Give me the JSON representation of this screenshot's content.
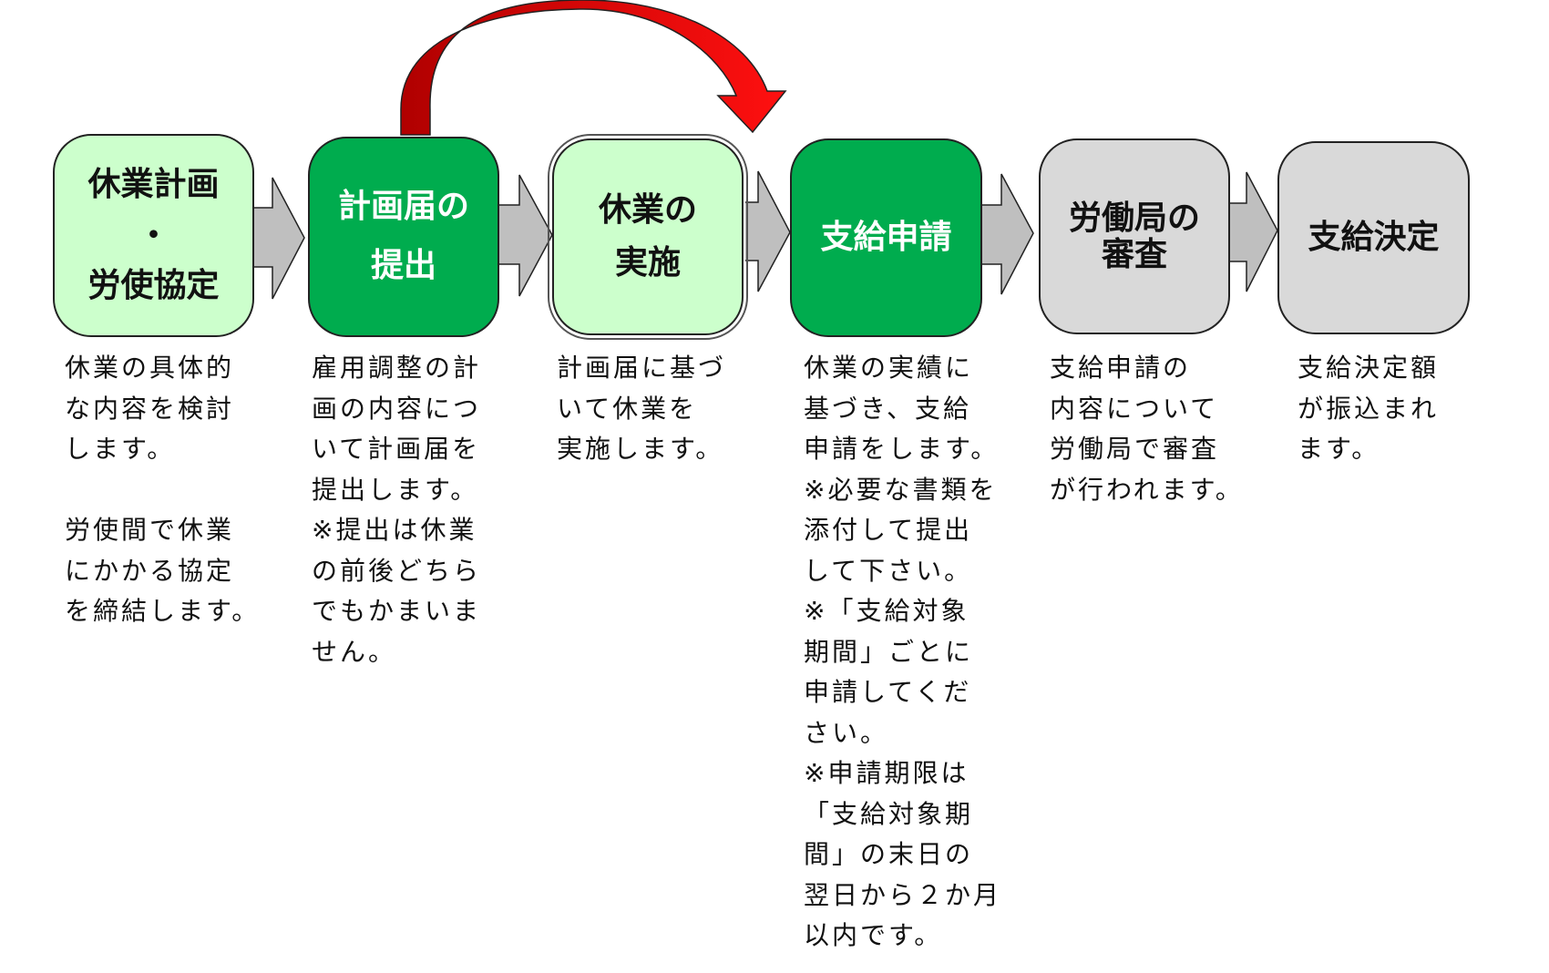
{
  "steps": [
    {
      "title": [
        "休業計画",
        "・",
        "労使協定"
      ],
      "description": [
        "休業の具体的",
        "な内容を検討",
        "します。",
        "",
        "労使間で休業",
        "にかかる協定",
        "を締結します。"
      ]
    },
    {
      "title": [
        "計画届の",
        "提出"
      ],
      "description": [
        "雇用調整の計",
        "画の内容につ",
        "いて計画届を",
        "提出します。",
        "※提出は休業",
        "の前後どちら",
        "でもかまいま",
        "せん。"
      ]
    },
    {
      "title": [
        "休業の",
        "実施"
      ],
      "description": [
        "計画届に基づ",
        "いて休業を",
        "実施します。"
      ]
    },
    {
      "title": [
        "支給申請"
      ],
      "description": [
        "休業の実績に",
        "基づき、支給",
        "申請をします。",
        "※必要な書類を",
        "添付して提出",
        "して下さい。",
        "※「支給対象",
        "期間」ごとに",
        "申請してくだ",
        "さい。",
        "※申請期限は",
        "「支給対象期",
        "間」の末日の",
        "翌日から２か月",
        "以内です。"
      ]
    },
    {
      "title": [
        "労働局の",
        "審査"
      ],
      "description": [
        "支給申請の",
        "内容について",
        "労働局で審査",
        "が行われます。"
      ]
    },
    {
      "title": [
        "支給決定"
      ],
      "description": [
        "支給決定額",
        "が振込まれ",
        "ます。"
      ]
    }
  ],
  "colors": {
    "light_green": "#ccffcc",
    "dark_green": "#00ac4e",
    "gray": "#d9d9d9",
    "arrow_gray": "#bfbfbf",
    "red_arrow": "#e00000"
  }
}
